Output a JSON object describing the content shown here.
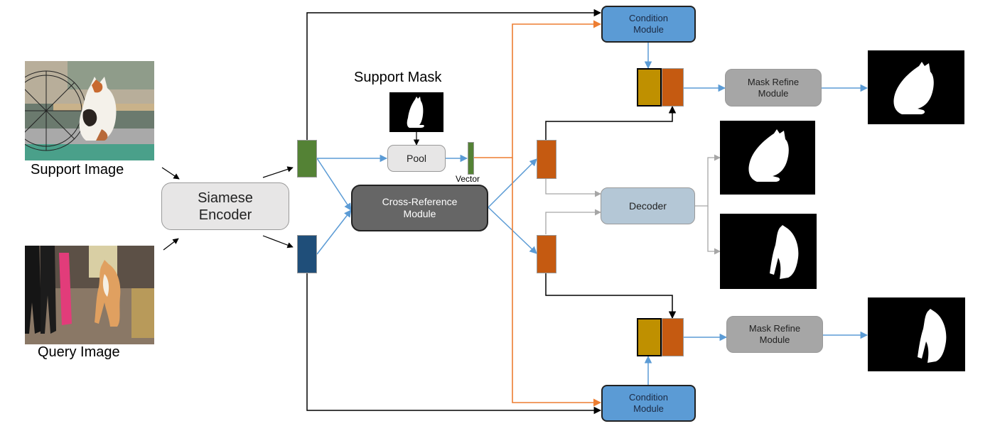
{
  "labels": {
    "support_image": "Support Image",
    "query_image": "Query Image",
    "support_mask": "Support Mask",
    "vector": "Vector"
  },
  "modules": {
    "siamese_encoder": "Siamese\nEncoder",
    "pool": "Pool",
    "cross_reference": "Cross-Reference\nModule",
    "decoder": "Decoder",
    "condition_top": "Condition\nModule",
    "condition_bottom": "Condition\nModule",
    "mask_refine_top": "Mask Refine\nModule",
    "mask_refine_bottom": "Mask Refine\nModule"
  },
  "colors": {
    "support_feature": "#548235",
    "query_feature": "#1f4e79",
    "orange_feature": "#c55a11",
    "gold_feature": "#bf9000",
    "blue_arrow": "#5b9bd5",
    "orange_arrow": "#ed7d31",
    "gray_arrow": "#a6a6a6",
    "condition_fill": "#5b9bd5",
    "decoder_fill": "#b4c7d6",
    "cross_ref_fill": "#666666",
    "refine_fill": "#a6a6a6",
    "pool_fill": "#e7e6e6",
    "encoder_fill": "#e7e6e6"
  },
  "icons": {
    "support_photo": "cat-photo-icon",
    "query_photo": "cat-photo-icon",
    "support_mask": "cat-silhouette-icon",
    "prediction_mask": "cat-silhouette-icon"
  }
}
